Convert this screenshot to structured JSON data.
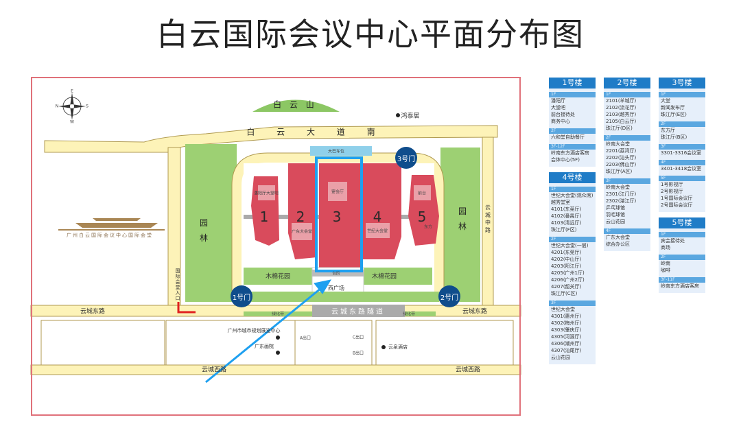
{
  "title": "白云国际会议中心平面分布图",
  "colors": {
    "building": "#d94b5c",
    "road": "#fdf3b8",
    "green": "#9dd073",
    "gate": "#0f4d8c",
    "highlight": "#1ea0f0",
    "header": "#1f7cc7"
  },
  "map": {
    "mountain": "白 云 山",
    "road_north": "白 云 大 道 南",
    "poi_north": "鸿泰居",
    "compass": {
      "n": "E",
      "s": "W",
      "w": "N",
      "e": "S"
    },
    "logo_text": "广州白云国际会议中心国际会堂",
    "garden_left": "园 林",
    "garden_right": "园 林",
    "buildings": [
      "1",
      "2",
      "3",
      "4",
      "5"
    ],
    "gates": [
      "1号门",
      "2号门",
      "3号门"
    ],
    "mianhua_left": "木棉花园",
    "mianhua_right": "木棉花园",
    "steps": "台阶",
    "west_square": "西广场",
    "road_east": "云城东路",
    "road_east2": "云城东路",
    "tunnel": "云城东路隧道",
    "greenbelt1": "绿化带",
    "greenbelt2": "绿化带",
    "road_west": "云城西路",
    "road_west2": "云城西路",
    "road_middle": "云城中路",
    "hall_entrance": "国际会堂入口",
    "poi_center": "广州市城市规划展览中心",
    "poi_theatre": "广东画院",
    "poi_hotel": "云泉酒店",
    "exit_a": "A出口",
    "exit_c": "C出口",
    "exit_b": "B出口",
    "parking_top": "大巴车位",
    "b3_inner": "宴会厅",
    "b1_inner": "潘阳厅大堂吧",
    "b2_inner": "广东大会堂",
    "b4_inner": "世纪大会堂",
    "b5_inner": "东方",
    "b5_top": "前台"
  },
  "legend": [
    [
      {
        "title": "1号楼",
        "floors": [
          {
            "f": "1F",
            "items": [
              "潘阳厅",
              "大堂吧",
              "前台接待处",
              "商务中心"
            ]
          },
          {
            "f": "2F",
            "items": [
              "六和堂自助餐厅"
            ]
          },
          {
            "f": "3F-12F",
            "items": [
              "岭南东方酒店客房",
              "会体中心(5F)"
            ]
          }
        ]
      },
      {
        "title": "4号楼",
        "floors": [
          {
            "f": "1F",
            "items": [
              "世纪大会堂(观众席)",
              "越秀堂室",
              "4101(东莞厅)",
              "4102(番禺厅)",
              "4103(清远厅)",
              "珠江厅(F区)"
            ]
          },
          {
            "f": "2F",
            "items": [
              "世纪大会堂(一层)",
              "4201(东莞厅)",
              "4202(中山厅)",
              "4203(阳江厅)",
              "4205(广州1厅)",
              "4206(广州2厅)",
              "4207(韶关厅)",
              "珠江厅(C区)"
            ]
          },
          {
            "f": "3F",
            "items": [
              "世纪大会堂",
              "4301(惠州厅)",
              "4302(梅州厅)",
              "4303(肇庆厅)",
              "4305(河源厅)",
              "4306(潮州厅)",
              "4307(汕尾厅)",
              "云山花园"
            ]
          }
        ]
      }
    ],
    [
      {
        "title": "2号楼",
        "floors": [
          {
            "f": "1F",
            "items": [
              "2101(羊城厅)",
              "2102(流花厅)",
              "2103(越秀厅)",
              "2105(白云厅)",
              "珠江厅(D区)"
            ]
          },
          {
            "f": "2F",
            "items": [
              "岭南大会堂",
              "2201(荔湾厅)",
              "2202(汕头厅)",
              "2203(佛山厅)",
              "珠江厅(A区)"
            ]
          },
          {
            "f": "3F",
            "items": [
              "岭南大会堂",
              "2301(江门厅)",
              "2302(湛江厅)",
              "乒乓球馆",
              "羽毛球馆",
              "云山花园"
            ]
          },
          {
            "f": "4F",
            "items": [
              "广东大会堂",
              "综合办公区"
            ]
          }
        ]
      }
    ],
    [
      {
        "title": "3号楼",
        "floors": [
          {
            "f": "1F",
            "items": [
              "大堂",
              "新闻发布厅",
              "珠江厅(E区)"
            ]
          },
          {
            "f": "2F",
            "items": [
              "东方厅",
              "珠江厅(B区)"
            ]
          },
          {
            "f": "3F",
            "items": [
              "3301-3316会议室"
            ]
          },
          {
            "f": "4F",
            "items": [
              "3401-3418会议室"
            ]
          },
          {
            "f": "5F",
            "items": [
              "1号影视厅",
              "2号影视厅",
              "1号国际会议厅",
              "2号国际会议厅"
            ]
          }
        ]
      },
      {
        "title": "5号楼",
        "floors": [
          {
            "f": "1F",
            "items": [
              "宾会接待处",
              "商场"
            ]
          },
          {
            "f": "2F",
            "items": [
              "岭南",
              "咖啡"
            ]
          },
          {
            "f": "3F-11F",
            "items": [
              "岭南东方酒店客房"
            ]
          }
        ]
      }
    ]
  ]
}
